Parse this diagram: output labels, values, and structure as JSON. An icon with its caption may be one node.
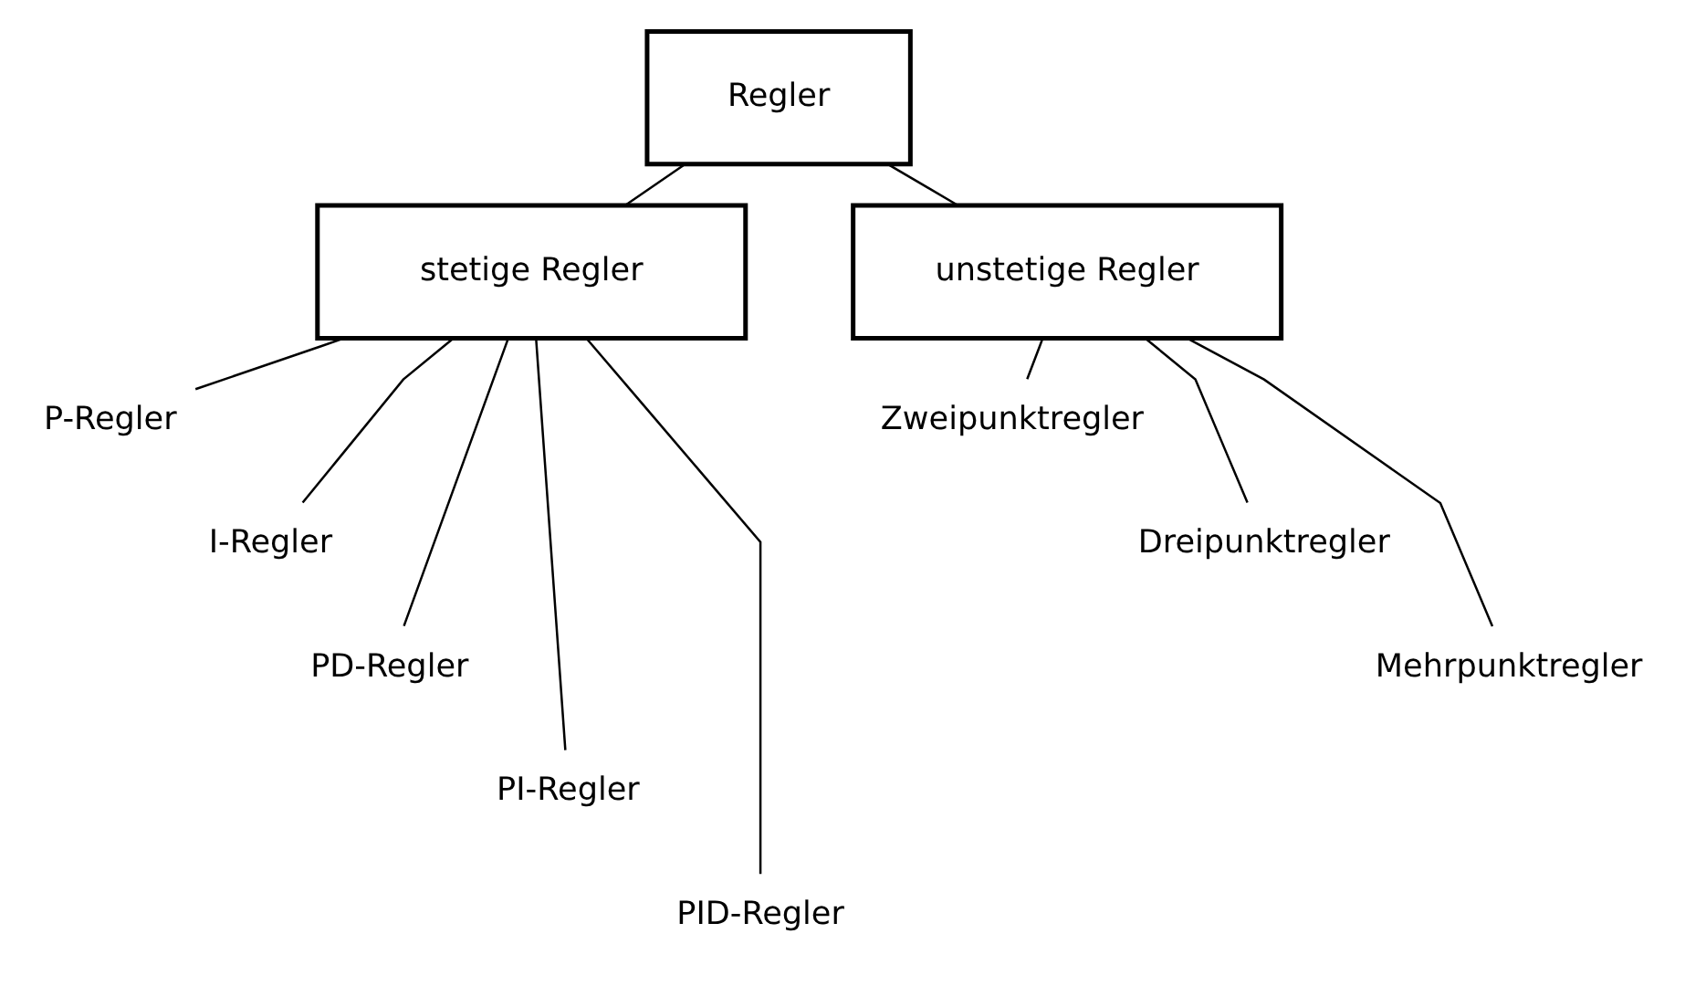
{
  "diagram": {
    "nodes": [
      {
        "text": [
          "Regler"
        ]
      },
      {
        "text": [
          "stetige Regler"
        ]
      },
      {
        "text": [
          "unstetige Regler"
        ]
      },
      {
        "text": [
          "P-Regler"
        ]
      },
      {
        "text": [
          "I-Regler"
        ]
      },
      {
        "text": [
          "PD-Regler"
        ]
      },
      {
        "text": [
          "PI-Regler"
        ]
      },
      {
        "text": [
          "PID-Regler"
        ]
      },
      {
        "text": [
          "Zweipunktregler"
        ]
      },
      {
        "text": [
          "Dreipunktregler"
        ]
      },
      {
        "text": [
          "Mehrpunktregler"
        ]
      }
    ],
    "edges": [
      {
        "from": 0,
        "to": 1,
        "arrow": "none"
      },
      {
        "from": 0,
        "to": 2,
        "arrow": "none"
      },
      {
        "from": 1,
        "to": 3,
        "arrow": "none"
      },
      {
        "from": 1,
        "to": 4,
        "arrow": "none"
      },
      {
        "from": 1,
        "to": 5,
        "arrow": "none"
      },
      {
        "from": 1,
        "to": 6,
        "arrow": "none"
      },
      {
        "from": 1,
        "to": 7,
        "arrow": "none"
      },
      {
        "from": 2,
        "to": 8,
        "arrow": "none"
      },
      {
        "from": 2,
        "to": 9,
        "arrow": "none"
      },
      {
        "from": 2,
        "to": 10,
        "arrow": "none"
      }
    ]
  }
}
